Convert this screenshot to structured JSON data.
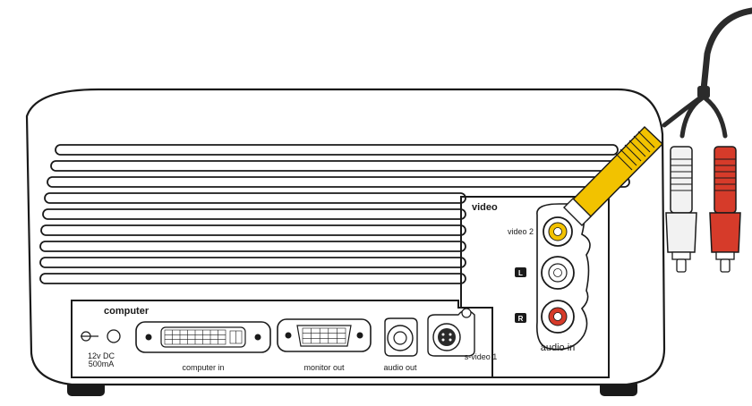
{
  "panels": {
    "computer": {
      "heading": "computer",
      "power_line1": "12v DC",
      "power_line2": "500mA",
      "computer_in": "computer in",
      "monitor_out": "monitor out",
      "audio_out": "audio out",
      "svideo": "s-video 1"
    },
    "video": {
      "heading": "video",
      "video2": "video 2",
      "badge_left": "L",
      "badge_right": "R",
      "audio_in": "audio in"
    }
  },
  "colors": {
    "outline": "#1a1a1a",
    "yellow_plug": "#f2c200",
    "white_plug": "#f2f2f2",
    "red_plug": "#d63b2a",
    "cable": "#2b2b2b"
  }
}
